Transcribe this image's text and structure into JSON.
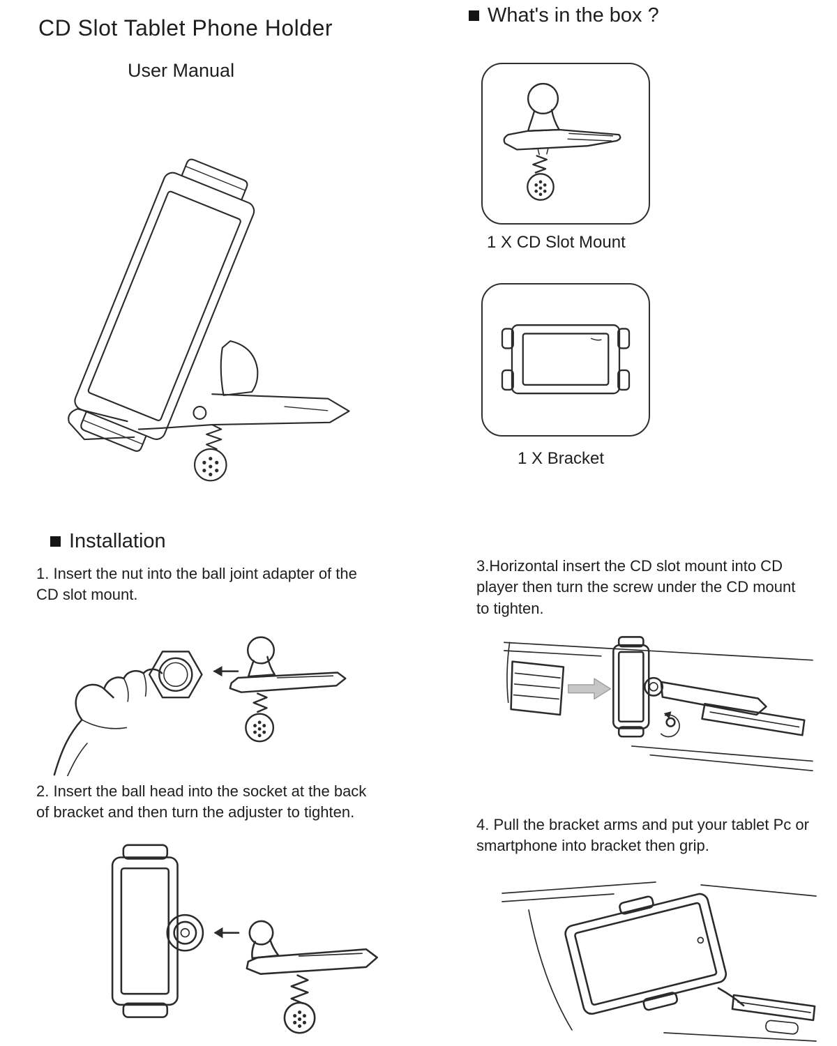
{
  "doc": {
    "title": "CD Slot Tablet Phone Holder",
    "subtitle": "User Manual"
  },
  "box_section": {
    "heading": "What's in the box ?",
    "items": [
      {
        "caption": "1 X CD Slot Mount"
      },
      {
        "caption": "1 X Bracket"
      }
    ]
  },
  "installation": {
    "heading": "Installation",
    "step1": "1. Insert the nut into the ball joint adapter of the CD slot mount.",
    "step2": "2. Insert the ball head into the socket at the back of bracket and then turn the adjuster to tighten.",
    "step3": "3.Horizontal insert the CD slot mount into CD player then turn the screw under the CD mount to tighten.",
    "step4": "4. Pull the bracket arms and put your tablet Pc or smartphone into bracket then grip."
  },
  "illustrations": {
    "overview": "product mounted in CD slot holding tablet",
    "cd_slot_mount": "CD slot mount with ball head and tightening knob",
    "bracket": "expandable bracket with four grip arms",
    "step1": "hand inserting nut onto ball joint adapter",
    "step2": "ball head inserted into bracket socket",
    "step3": "mount inserted horizontally into CD player",
    "step4": "tablet gripped in bracket on dashboard"
  },
  "colors": {
    "ink": "#1e1e1e",
    "line": "#2b2b2b",
    "arrow_gray": "#c6c6c6",
    "background": "#ffffff"
  }
}
